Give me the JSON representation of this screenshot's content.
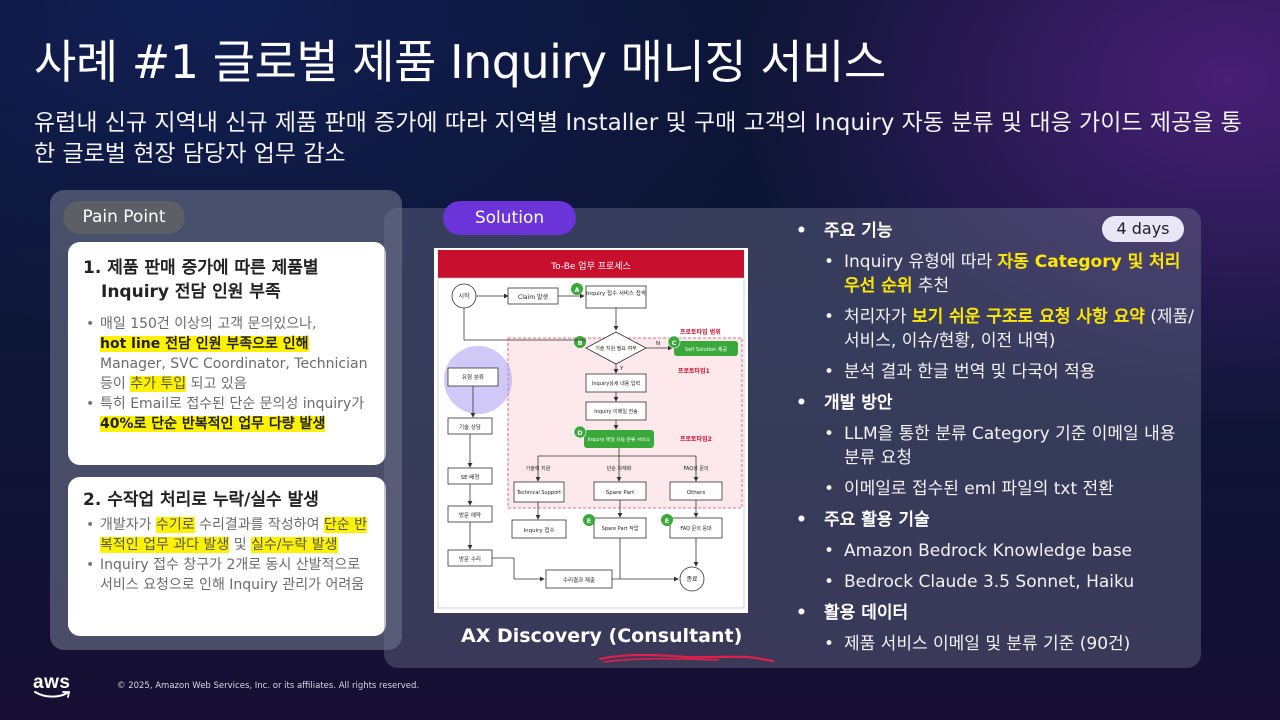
{
  "title": "사례 #1 글로벌 제품 Inquiry 매니징 서비스",
  "subtitle": "유럽내 신규 지역내 신규 제품 판매 증가에 따라 지역별 Installer 및 구매 고객의 Inquiry 자동 분류 및 대응 가이드 제공을 통한 글로벌 현장 담당자 업무 감소",
  "pain_point": {
    "label": "Pain Point",
    "card1": {
      "heading_line1": "1. 제품 판매 증가에 따른 제품별",
      "heading_line2": "Inquiry 전담 인원 부족",
      "b1_a": "매일 150건 이상의 고객 문의있으나,",
      "b1_hl": "hot line 전담 인원 부족으로 인해",
      "b1_c": "Manager, SVC Coordinator, Technician 등이 ",
      "b1_hl2": "추가 투입",
      "b1_d": " 되고 있음",
      "b2_a": "특히 Email로 접수된 단순 문의성 inquiry가 ",
      "b2_hl": "40%로 단순 반복적인 업무 다량 발생"
    },
    "card2": {
      "heading": "2. 수작업 처리로 누락/실수 발생",
      "b1_a": "개발자가 ",
      "b1_hl": "수기로",
      "b1_b": " 수리결과를 작성하여 ",
      "b1_hl2": "단순 반복적인 업무 과다 발생",
      "b1_c": " 및 ",
      "b1_hl3": "실수/누락 발생",
      "b2": "Inquiry 접수 창구가 2개로 동시 산발적으로 서비스 요청으로 인해 Inquiry 관리가 어려움"
    }
  },
  "solution": {
    "label": "Solution",
    "duration": "4 days",
    "caption": "AX Discovery (Consultant)",
    "diagram": {
      "header": "To-Be 업무 프로세스",
      "start": "시작",
      "claim": "Claim 발생",
      "inquiry_recv": "Inquiry 접수 서비스 접속",
      "tech_check": "기술 지원 필요 여부",
      "self_sol": "Self Solution 제공",
      "proto_scope": "프로토타입 범위",
      "proto1": "프로토타입1",
      "detail_input": "Inquiry상세 내용 입력",
      "email_send": "Inquiry 이메일 전송",
      "auto_classify": "Inquiry 메일 자동 분류 서비스",
      "proto2": "프로토타입2",
      "type_cls": "유형 분류",
      "tech_consult": "기술 상담",
      "se_assign": "SE 배정",
      "visit_reserve": "방문 예약",
      "visit_repair": "방문 수리",
      "cat_tech": "기술력 지원",
      "cat_part": "단순 자재화",
      "cat_faq": "FAQ성 문의",
      "tech_support": "Technical Support",
      "spare_part": "Spare Part",
      "others": "Others",
      "inquiry_recv2": "Inquiry 접수",
      "spare_work": "Spare Part 작업",
      "faq_answer": "FAQ 문의 응대",
      "repair_submit": "수리결과 제출",
      "end": "종료",
      "mark_a": "A",
      "mark_b": "B",
      "mark_c": "C",
      "mark_d": "D",
      "mark_e": "E",
      "mark_n": "N",
      "mark_y": "Y"
    },
    "features": {
      "s1": "주요 기능",
      "s1_i1_a": "Inquiry 유형에 따라 ",
      "s1_i1_y": "자동 Category 및 처리 우선 순위",
      "s1_i1_b": " 추천",
      "s1_i2_a": "처리자가 ",
      "s1_i2_y": "보기 쉬운 구조로 요청 사항 요약",
      "s1_i2_b": " (제품/서비스, 이슈/현황, 이전 내역)",
      "s1_i3": "분석 결과 한글 번역 및 다국어 적용",
      "s2": "개발 방안",
      "s2_i1": "LLM을 통한 분류 Category 기준 이메일 내용 분류 요청",
      "s2_i2": "이메일로 접수된 eml 파일의 txt 전환",
      "s3": "주요 활용 기술",
      "s3_i1": "Amazon Bedrock Knowledge base",
      "s3_i2": "Bedrock Claude 3.5 Sonnet, Haiku",
      "s4": "활용 데이터",
      "s4_i1": "제품 서비스 이메일 및 분류 기준 (90건)"
    }
  },
  "footer": {
    "copyright": "© 2025, Amazon Web Services, Inc. or its affiliates. All rights reserved.",
    "logo": "aws"
  },
  "colors": {
    "highlight": "#fff200",
    "solution_pill": "#6a34d8",
    "feature_highlight": "#ffe800",
    "diagram_header": "#c8102e",
    "diagram_green": "#3aa83a"
  }
}
